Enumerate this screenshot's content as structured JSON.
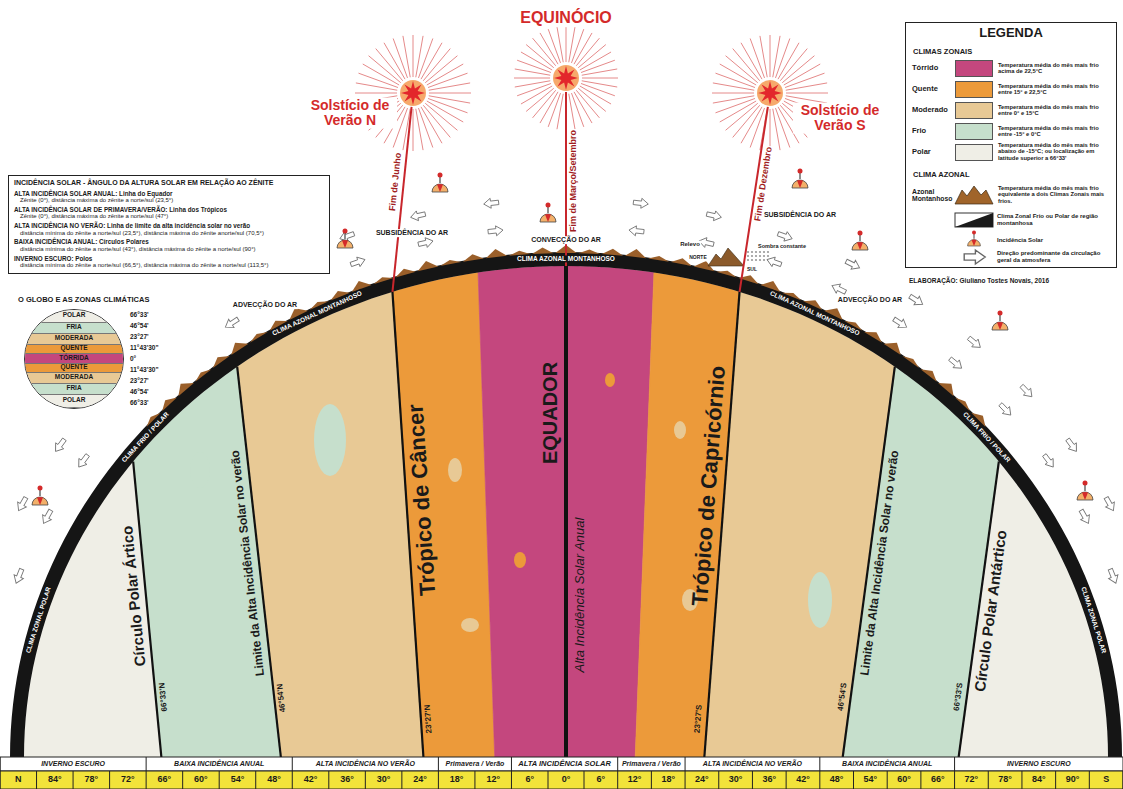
{
  "diagram": {
    "nodes": [
      {
        "text": [
          "INCIDÊNCIA SOLAR - ÂNGULO DA ALTURA SOLAR EM RELAÇÃO AO ZÊNITE",
          "ALTA INCIDÊNCIA SOLAR ANUAL: Linha do Equador",
          "Zênite (0°), distância máxima do zênite a norte/sul (23,5°)",
          "ALTA INCIDÊNCIA SOLAR DE PRIMAVERA/VERÃO: Linha dos Trópicos",
          "Zênite (0°), distância máxima do zênite a norte/sul (47°)",
          "ALTA INCIDÊNCIA NO VERÃO: Linha de limite da alta incidência solar no verão",
          "distância mínima do zênite a norte/sul (23,5°), distância máxima do zênite anorte/sul (70,5°)",
          "BAIXA INCIDÊNCIA ANUAL: Círculos Polares",
          "distância mínima do zênite a norte/sul (43°), distância máxima do zênite a norte/sul (90°)",
          "INVERNO ESCURO: Polos",
          "distância mínima do zênite a norte/sul (66,5°), distância máxima do zênite a norte/sul (113,5°)"
        ]
      },
      {
        "text": [
          "O GLOBO E AS ZONAS CLIMÁTICAS"
        ]
      },
      {
        "text": [
          "POLAR"
        ],
        "in": 1
      },
      {
        "text": [
          "FRIA"
        ],
        "in": 1
      },
      {
        "text": [
          "MODERADA"
        ],
        "in": 1
      },
      {
        "text": [
          "QUENTE"
        ],
        "in": 1
      },
      {
        "text": [
          "TÓRRIDA"
        ],
        "in": 1
      },
      {
        "text": [
          "QUENTE"
        ],
        "in": 1
      },
      {
        "text": [
          "MODERADA"
        ],
        "in": 1
      },
      {
        "text": [
          "FRIA"
        ],
        "in": 1
      },
      {
        "text": [
          "POLAR"
        ],
        "in": 1
      },
      {
        "text": [
          "LEGENDA"
        ]
      }
    ],
    "labels": [
      "Solstício de Verão N",
      "EQUINÓCIO",
      "Solstício de Verão S",
      "Fim de Junho",
      "Fim de Março/Setembro",
      "Fim de Dezembro",
      "CONVECÇÃO DO AR",
      "SUBSIDÊNCIA DO AR",
      "SUBSIDÊNCIA DO AR",
      "ADVECÇÃO DO AR",
      "ADVECÇÃO DO AR",
      "Relevo",
      "NORTE",
      "SUL",
      "Sombra constante",
      "CLIMA AZONAL MONTANHOSO",
      "CLIMA AZONAL MONTANHOSO",
      "CLIMA AZONAL MONTANHOSO",
      "CLIMA FRIO / POLAR",
      "CLIMA FRIO / POLAR",
      "CLIMA ZONAL POLAR",
      "CLIMA ZONAL POLAR",
      "Círculo Polar Ártico",
      "66°33'N",
      "Limite da Alta Incidência Solar no verão",
      "46°54'N",
      "Trópico de Câncer",
      "23°27'N",
      "EQUADOR",
      "Alta Incidência Solar Anual",
      "Trópico de Capricórnio",
      "23°27'S",
      "Limite da Alta Incidência Solar no verão",
      "46°54'S",
      "Círculo Polar Antártico",
      "66°33'S",
      "66°33'",
      "46°54'",
      "23°27'",
      "11°43'30\"",
      "0°",
      "11°43'30\"",
      "23°27'",
      "46°54'",
      "66°33'",
      "INVERNO ESCURO",
      "BAIXA INCIDÊNCIA ANUAL",
      "ALTA INCIDÊNCIA NO VERÃO",
      "Primavera / Verão",
      "ALTA INCIDÊNCIA SOLAR",
      "Primavera / Verão",
      "ALTA INCIDÊNCIA NO VERÃO",
      "BAIXA INCIDÊNCIA ANUAL",
      "INVERNO ESCURO",
      "N",
      "84°",
      "78°",
      "72°",
      "66°",
      "60°",
      "54°",
      "48°",
      "42°",
      "36°",
      "30°",
      "24°",
      "18°",
      "12°",
      "6°",
      "0°",
      "6°",
      "12°",
      "18°",
      "24°",
      "30°",
      "36°",
      "42°",
      "48°",
      "54°",
      "60°",
      "66°",
      "72°",
      "78°",
      "84°",
      "90°",
      "S",
      "CLIMAS ZONAIS",
      "Temperatura média do mês mais frio acima de 22,5°C",
      "Temperatura média do mês mais frio entre 15° e 22,5°C",
      "Temperatura média do mês mais frio entre 0° e 15°C",
      "Temperatura média do mês mais frio entre -15° e 0°C",
      "Temperatura média do mês mais frio abaixo de -15°C; ou localização em latitude superior a 66°33'",
      "CLIMA AZONAL",
      "Temperatura média do mês mais frio equivalente a dois Climas Zonais mais frios.",
      "ELABORAÇÃO: Giuliano Tostes Novais, 2016"
    ],
    "legend": [
      {
        "text": "Tórrido",
        "color": "#c4477e"
      },
      {
        "text": "Quente",
        "color": "#ec9a3a"
      },
      {
        "text": "Moderado",
        "color": "#e8c995"
      },
      {
        "text": "Frio",
        "color": "#c6dfcc"
      },
      {
        "text": "Polar",
        "color": "#efeee6"
      },
      {
        "text": "Azonal Montanhoso"
      },
      {
        "text": "Clima Zonal Frio ou Polar de região montanhosa"
      },
      {
        "text": "Incidência Solar"
      },
      {
        "text": "Direção predominante da circulação geral da atmosfera"
      }
    ]
  }
}
